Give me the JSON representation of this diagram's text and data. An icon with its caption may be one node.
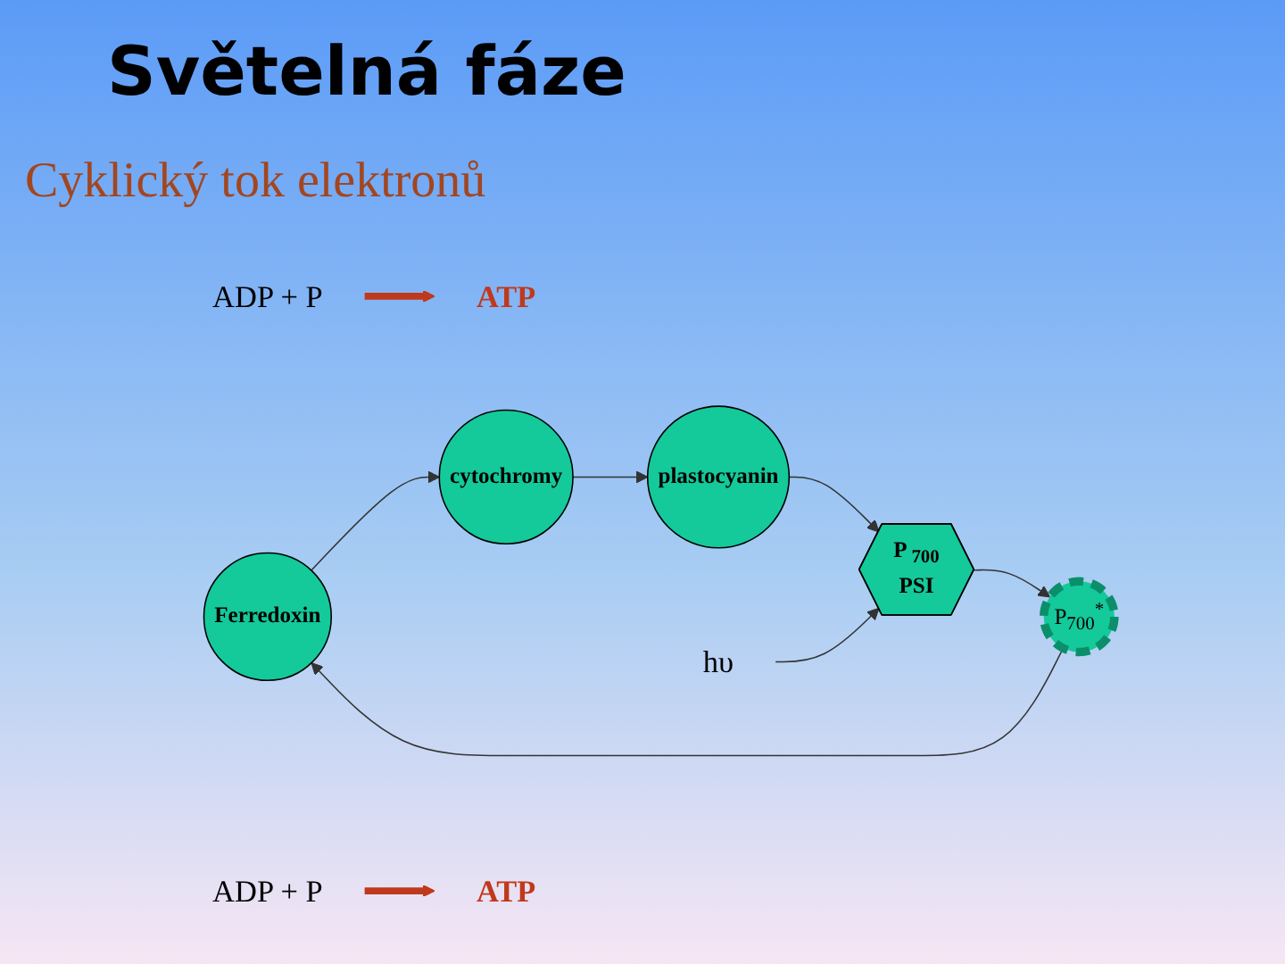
{
  "diagram": {
    "title": "Světelná fáze",
    "nodes": [
      {
        "text": [
          "Ferredoxin"
        ]
      },
      {
        "text": [
          "cytochromy"
        ]
      },
      {
        "text": [
          "P$_{700}$$^{*}$"
        ]
      },
      {
        "text": [
          "P $_{700}$",
          "PSI"
        ]
      },
      {
        "text": [
          "plastocyanin"
        ]
      },
      {
        "text": [
          "hυ"
        ]
      },
      {
        "text": [
          "ADP + P"
        ]
      },
      {
        "text": [
          "ATP"
        ]
      },
      {
        "text": [
          "ADP + P"
        ]
      },
      {
        "text": [
          "ATP"
        ]
      }
    ],
    "edges": [
      {
        "from": 0,
        "to": 1,
        "arrow": "to"
      },
      {
        "from": 1,
        "to": 4,
        "arrow": "to"
      },
      {
        "from": 4,
        "to": 3,
        "arrow": "to"
      },
      {
        "from": 3,
        "to": 2,
        "arrow": "to"
      },
      {
        "from": 2,
        "to": 0,
        "arrow": "to"
      },
      {
        "from": 5,
        "to": 3,
        "arrow": "to"
      },
      {
        "from": 6,
        "to": 7,
        "arrow": "to",
        "style": "thick",
        "color": "#c0391b"
      },
      {
        "from": 8,
        "to": 9,
        "arrow": "to",
        "style": "thick",
        "color": "#c0391b"
      }
    ],
    "labels": [
      "Cyklický tok elektronů"
    ]
  }
}
